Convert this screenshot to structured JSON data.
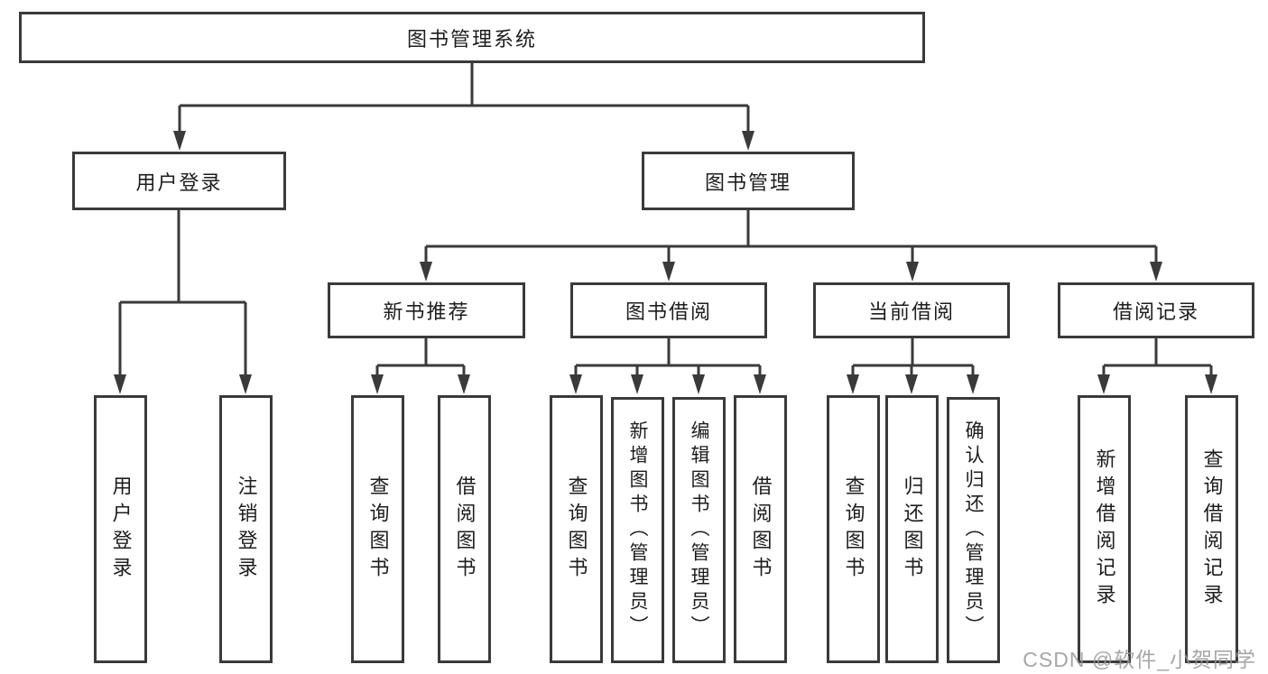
{
  "colors": {
    "line": "#3a3a3a",
    "text": "#1d1d1d",
    "background": "#ffffff",
    "watermark": "#969696"
  },
  "tree": {
    "root": "图书管理系统",
    "branches": [
      {
        "label": "用户登录",
        "children": [
          "用户登录",
          "注销登录"
        ]
      },
      {
        "label": "图书管理",
        "children": [
          {
            "label": "新书推荐",
            "children": [
              "查询图书",
              "借阅图书"
            ]
          },
          {
            "label": "图书借阅",
            "children": [
              "查询图书",
              "新增图书（管理员）",
              "编辑图书（管理员）",
              "借阅图书"
            ]
          },
          {
            "label": "当前借阅",
            "children": [
              "查询图书",
              "归还图书",
              "确认归还（管理员）"
            ]
          },
          {
            "label": "借阅记录",
            "children": [
              "新增借阅记录",
              "查询借阅记录"
            ]
          }
        ]
      }
    ]
  },
  "watermark": "CSDN @软件_小贺同学"
}
